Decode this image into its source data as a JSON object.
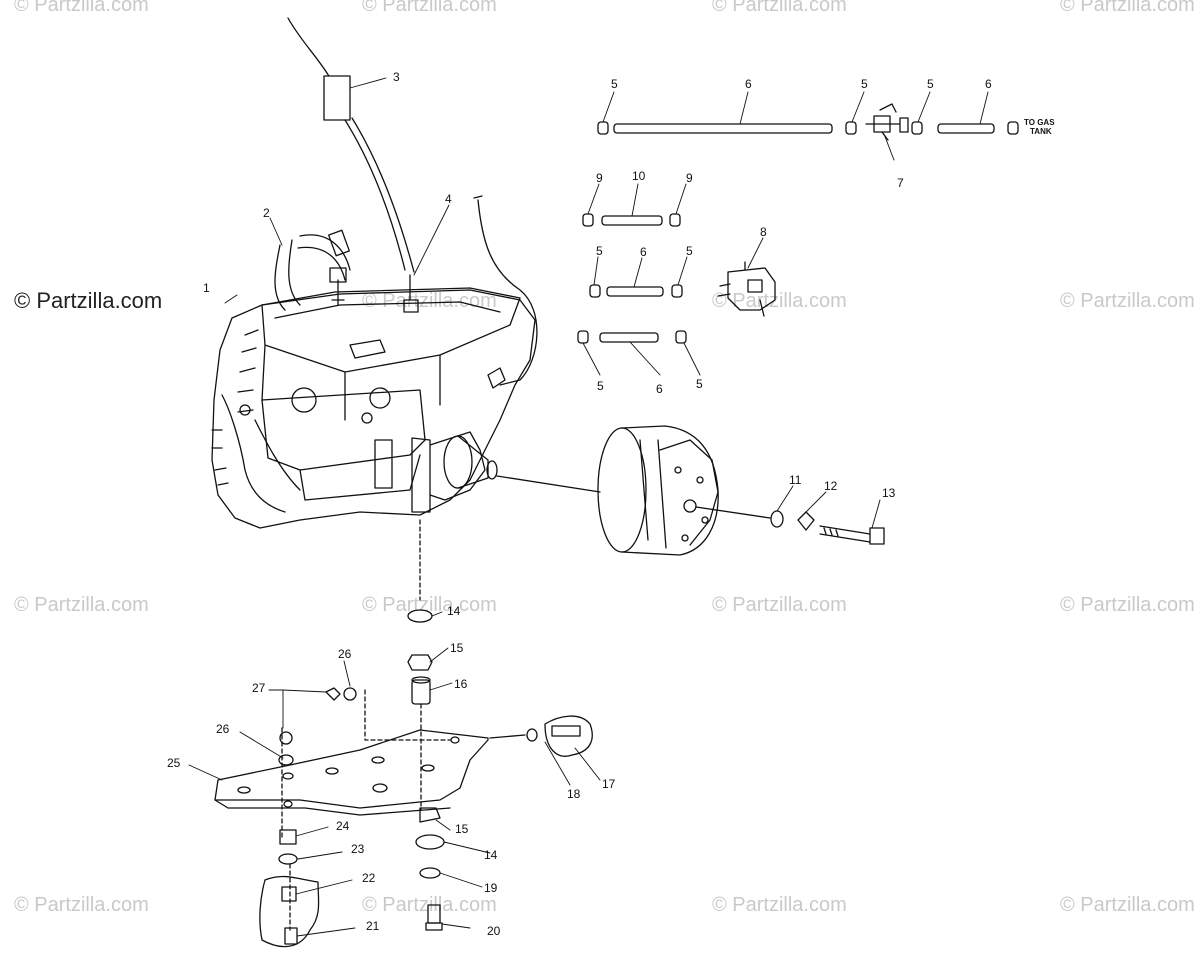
{
  "watermark": {
    "primary": "© Partzilla.com",
    "repeat": "© Partzilla.com"
  },
  "callouts": [
    "1",
    "2",
    "3",
    "4",
    "5",
    "6",
    "7",
    "8",
    "9",
    "10",
    "11",
    "12",
    "13",
    "14",
    "15",
    "16",
    "17",
    "18",
    "19",
    "20",
    "21",
    "22",
    "23",
    "24",
    "25",
    "26",
    "27"
  ],
  "note_gas_tank": [
    "TO GAS",
    "TANK"
  ],
  "colors": {
    "line": "#111111",
    "watermark": "#c9c9c9"
  }
}
